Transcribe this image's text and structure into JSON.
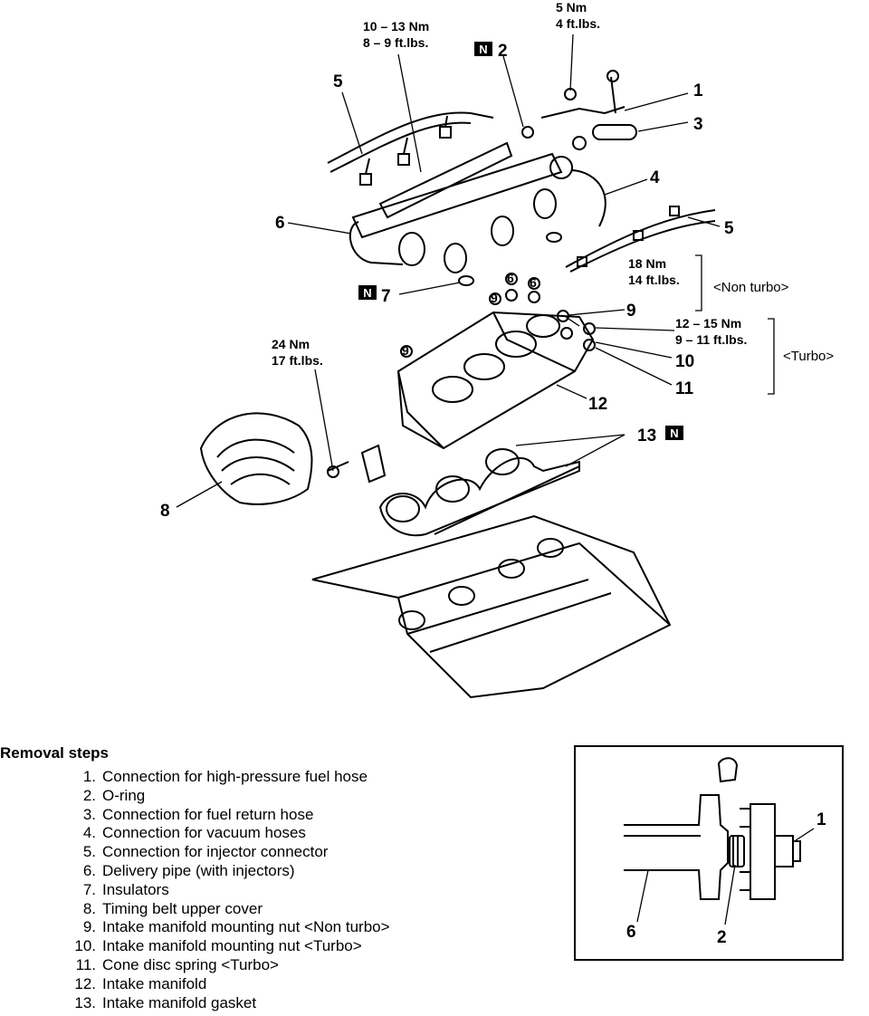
{
  "diagram": {
    "callouts": [
      "1",
      "2",
      "3",
      "4",
      "5",
      "5",
      "6",
      "7",
      "8",
      "9",
      "9",
      "10",
      "11",
      "12",
      "13"
    ],
    "new_part_badge": "N",
    "torque_specs": [
      {
        "metric": "10 – 13 Nm",
        "imperial": "8 – 9 ft.lbs."
      },
      {
        "metric": "5 Nm",
        "imperial": "4 ft.lbs."
      },
      {
        "metric": "18 Nm",
        "imperial": "14 ft.lbs."
      },
      {
        "metric": "12 – 15 Nm",
        "imperial": "9 – 11 ft.lbs."
      },
      {
        "metric": "24 Nm",
        "imperial": "17 ft.lbs."
      }
    ],
    "variants": {
      "non_turbo": "<Non turbo>",
      "turbo": "<Turbo>"
    },
    "small_callouts": [
      "9",
      "6",
      "6",
      "9"
    ]
  },
  "removal": {
    "title": "Removal steps",
    "steps": [
      {
        "num": "1.",
        "text": "Connection for high-pressure fuel hose"
      },
      {
        "num": "2.",
        "text": "O-ring"
      },
      {
        "num": "3.",
        "text": "Connection for fuel return hose"
      },
      {
        "num": "4.",
        "text": "Connection for vacuum hoses"
      },
      {
        "num": "5.",
        "text": "Connection for injector connector"
      },
      {
        "num": "6.",
        "text": "Delivery pipe (with injectors)"
      },
      {
        "num": "7.",
        "text": "Insulators"
      },
      {
        "num": "8.",
        "text": "Timing belt upper cover"
      },
      {
        "num": "9.",
        "text": "Intake manifold mounting nut <Non turbo>"
      },
      {
        "num": "10.",
        "text": "Intake manifold mounting nut <Turbo>"
      },
      {
        "num": "11.",
        "text": "Cone disc spring <Turbo>"
      },
      {
        "num": "12.",
        "text": "Intake manifold"
      },
      {
        "num": "13.",
        "text": "Intake manifold gasket"
      }
    ]
  },
  "inset": {
    "callouts": [
      "1",
      "2",
      "6"
    ]
  }
}
